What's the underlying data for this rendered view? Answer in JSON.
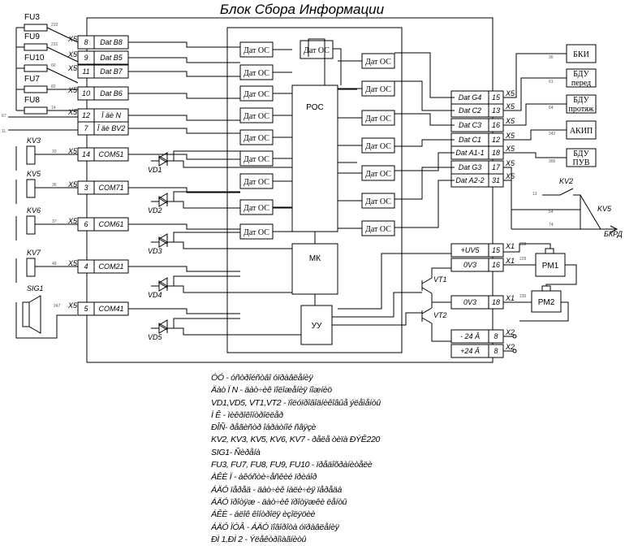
{
  "title": "Блок Сбора Информации",
  "fuses": [
    "FU3",
    "FU9",
    "FU10",
    "FU7",
    "FU8"
  ],
  "fuse_wire_nums": [
    "232",
    "231",
    "60",
    "82",
    "14"
  ],
  "left_inputs": [
    {
      "x": "X5",
      "num": "8",
      "label": "Dat B8"
    },
    {
      "x": "X5",
      "num": "9",
      "label": "Dat B5"
    },
    {
      "x": "X5",
      "num": "11",
      "label": "Dat B7"
    },
    {
      "x": "X5",
      "num": "10",
      "label": "Dat B6"
    },
    {
      "x": "X5",
      "num": "12",
      "label": "Ï äè N"
    },
    {
      "x": "",
      "num": "7",
      "label": "Ï äè BV2"
    },
    {
      "x": "X5",
      "num": "14",
      "label": "COM51"
    },
    {
      "x": "X5",
      "num": "3",
      "label": "COM71"
    },
    {
      "x": "X5",
      "num": "6",
      "label": "COM61"
    },
    {
      "x": "X5",
      "num": "4",
      "label": "COM21"
    },
    {
      "x": "X5",
      "num": "5",
      "label": "COM41"
    }
  ],
  "side_wires": [
    "67",
    "11"
  ],
  "switches": [
    {
      "label": "KV3",
      "num": "33"
    },
    {
      "label": "KV5",
      "num": "36"
    },
    {
      "label": "KV6",
      "num": "37"
    },
    {
      "label": "KV7",
      "num": "49"
    }
  ],
  "sig_label": "SIG1",
  "sig_num": "247",
  "diodes": [
    "VD1",
    "VD2",
    "VD3",
    "VD4",
    "VD5"
  ],
  "dat_oc": "Дат ОС",
  "poc": "РОС",
  "mk": "МК",
  "yy": "УУ",
  "right_outputs": [
    {
      "label": "Dat G4",
      "num": "15",
      "x": "X5",
      "dev": "БКИ",
      "dev2": "",
      "wire": "30"
    },
    {
      "label": "Dat C2",
      "num": "13",
      "x": "X5",
      "dev": "БДУ",
      "dev2": "перед",
      "wire": "61"
    },
    {
      "label": "Dat C3",
      "num": "16",
      "x": "X5",
      "dev": "БДУ",
      "dev2": "протяж",
      "wire": "64"
    },
    {
      "label": "Dat C1",
      "num": "12",
      "x": "X5",
      "dev": "АКИП",
      "dev2": "",
      "wire": "242"
    },
    {
      "label": "Dat A1-1",
      "num": "18",
      "x": "X5",
      "dev": "БДУ",
      "dev2": "ПУВ",
      "wire": "300"
    },
    {
      "label": "Dat G3",
      "num": "17",
      "x": "X5",
      "dev": "",
      "dev2": "",
      "wire": ""
    },
    {
      "label": "Dat A2-2",
      "num": "31",
      "x": "X5",
      "dev": "",
      "dev2": "",
      "wire": ""
    }
  ],
  "kv2": "KV2",
  "kv2_nums": [
    "13",
    "54",
    "74"
  ],
  "kv5_right": "KV5",
  "bkrd": "БКРД",
  "power_rows": [
    {
      "label": "+UV5",
      "num": "15",
      "x": "X1",
      "wire": "228"
    },
    {
      "label": "0V3",
      "num": "16",
      "x": "X1",
      "wire": "229"
    },
    {
      "label": "0V3",
      "num": "18",
      "x": "X1",
      "wire": "230"
    },
    {
      "label": "- 24 Â",
      "num": "8",
      "x": "X2",
      "wire": ""
    },
    {
      "label": "+24 Â",
      "num": "8",
      "x": "X2",
      "wire": ""
    }
  ],
  "transistors": [
    "VT1",
    "VT2"
  ],
  "relays": [
    "PM1",
    "PM2"
  ],
  "legend": [
    "ÓÓ - óñòðîéñòâî óïðàâëåíèÿ",
    "Äàò Ï N  - äàò÷èê ïîëîæåíèÿ íîæíèö",
    "VD1,VD5, VT1,VT2 - ïîëóïðîâîäíèêîâûå ýëåìåíòû",
    "Ì Ê - ìèêðîêîíòðîëëåð",
    "ÐÎÑ- ðåãèñòð îáðàòíîé ñâÿçè",
    "KV2, KV3, KV5, KV6, KV7 - ðåëå òèïà ÐÝÊ220",
    "SIG1- Ñèðåíà",
    "FU3, FU7, FU8, FU9, FU10 - ïðåäîõðàíèòåëè",
    "ÀÊÈ Ï - àêóñòè÷åñêèé ïðèáîð",
    "ÁÄÓ ïåðåä - äàò÷èê íàëè÷èÿ ïåðåäà",
    "ÁÄÓ ïðîòÿæ - äàò÷èê ïðîòÿæêè ëåíòû",
    "ÁÊÈ - áëîê êîíòðîëÿ èçîëÿöèè",
    "ÁÄÓ ÏÓÂ - ÁÄÓ ïîâîðîòà óïðàâëåíèÿ",
    "ÐÌ 1,ÐÌ 2 - Ýëåêòðîìàãíèòû"
  ]
}
